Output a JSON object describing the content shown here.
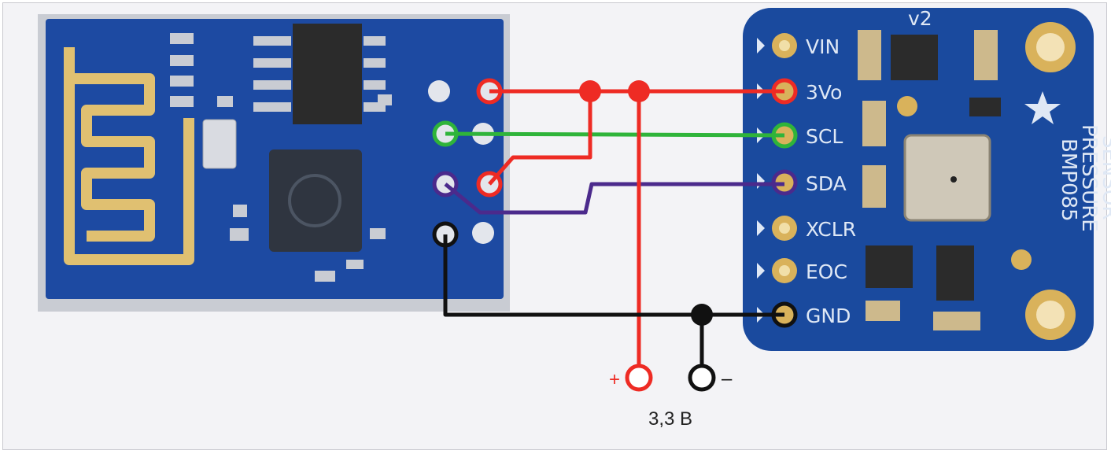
{
  "colors": {
    "vcc_wire": "#ee2b24",
    "scl_wire": "#2fb43a",
    "sda_wire": "#4b2a8c",
    "gnd_wire": "#111111",
    "esp_board": "#1d4aa2",
    "bmp_board": "#1a4a9e",
    "gold_pad": "#d9b25b"
  },
  "sensor_board": {
    "version_label": "v2",
    "title_line1": "BMP085",
    "title_line2": "PRESSURE",
    "title_line3": "SENSOR",
    "pins": [
      "VIN",
      "3Vo",
      "SCL",
      "SDA",
      "XCLR",
      "EOC",
      "GND"
    ]
  },
  "power": {
    "plus_sign": "+",
    "minus_sign": "–",
    "voltage_label": "3,3 В"
  },
  "icons": {
    "star": "star-icon"
  }
}
